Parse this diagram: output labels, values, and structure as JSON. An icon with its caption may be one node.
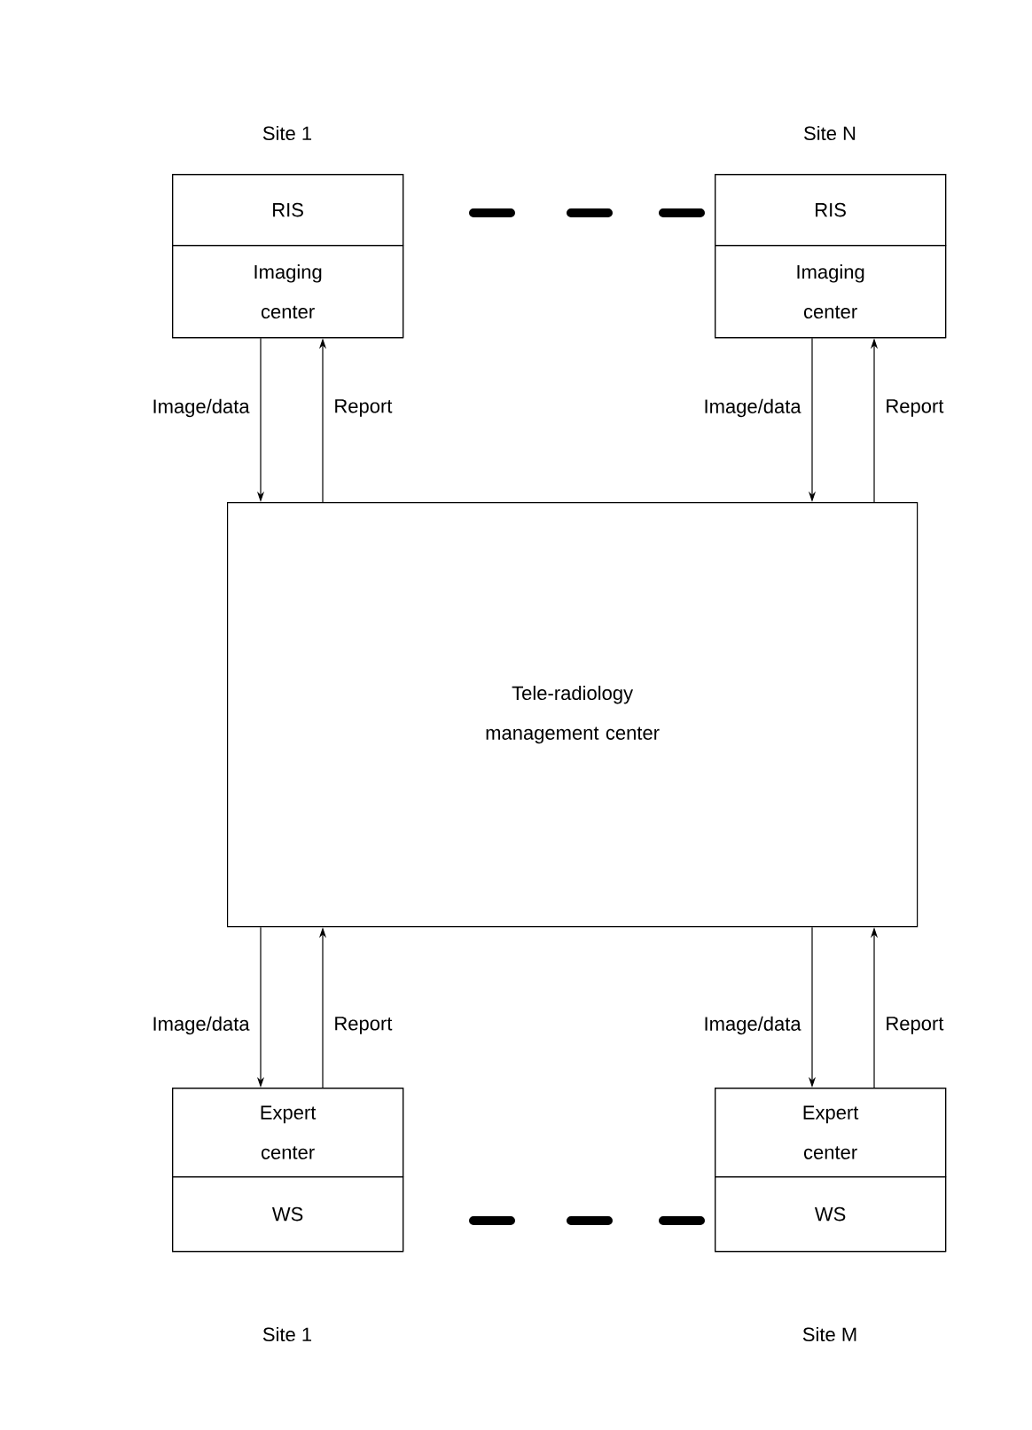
{
  "diagram": {
    "nodes": [
      {
        "text": [
          "Site 1"
        ]
      },
      {
        "text": [
          "RIS"
        ],
        "in": 0
      },
      {
        "text": [
          "Imaging center"
        ],
        "in": 0
      },
      {
        "text": [
          "Site N"
        ]
      },
      {
        "text": [
          "RIS"
        ],
        "in": 3
      },
      {
        "text": [
          "Imaging center"
        ],
        "in": 3
      },
      {
        "text": [
          "Tele-radiology management center"
        ]
      },
      {
        "text": [
          "Site 1"
        ]
      },
      {
        "text": [
          "Expert center"
        ],
        "in": 7
      },
      {
        "text": [
          "WS"
        ],
        "in": 7
      },
      {
        "text": [
          "Site M"
        ]
      },
      {
        "text": [
          "Expert center"
        ],
        "in": 10
      },
      {
        "text": [
          "WS"
        ],
        "in": 10
      }
    ],
    "edges": [
      {
        "from": 2,
        "to": 6,
        "arrow": "to",
        "label": "Image/data"
      },
      {
        "from": 6,
        "to": 2,
        "arrow": "to",
        "label": "Report"
      },
      {
        "from": 5,
        "to": 6,
        "arrow": "to",
        "label": "Image/data"
      },
      {
        "from": 6,
        "to": 5,
        "arrow": "to",
        "label": "Report"
      },
      {
        "from": 6,
        "to": 8,
        "arrow": "to",
        "label": "Image/data"
      },
      {
        "from": 8,
        "to": 6,
        "arrow": "to",
        "label": "Report"
      },
      {
        "from": 6,
        "to": 11,
        "arrow": "to",
        "label": "Image/data"
      },
      {
        "from": 11,
        "to": 6,
        "arrow": "to",
        "label": "Report"
      }
    ]
  }
}
